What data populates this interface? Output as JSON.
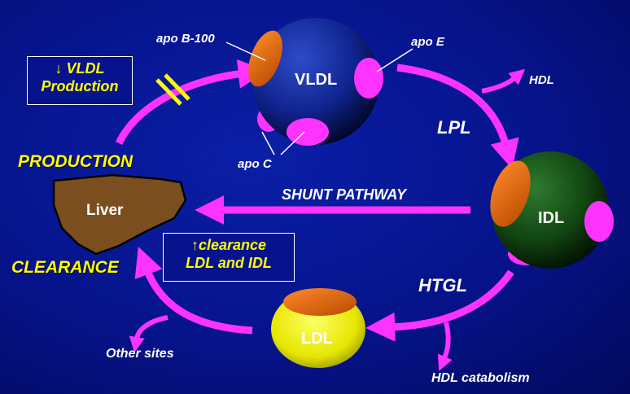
{
  "particles": {
    "vldl": "VLDL",
    "idl": "IDL",
    "ldl": "LDL",
    "liver": "Liver"
  },
  "apolipoproteins": {
    "apo_b100": "apo B-100",
    "apo_e": "apo E",
    "apo_c": "apo C"
  },
  "enzymes": {
    "lpl": "LPL",
    "htgl": "HTGL"
  },
  "pathways": {
    "hdl": "HDL",
    "shunt": "SHUNT PATHWAY",
    "hdl_catabolism": "HDL catabolism",
    "other_sites": "Other sites",
    "production": "PRODUCTION",
    "clearance": "CLEARANCE"
  },
  "boxes": {
    "vldl_line1": "↓ VLDL",
    "vldl_line2": "Production",
    "clearance_line1": "↑clearance",
    "clearance_line2": "LDL and IDL"
  },
  "colors": {
    "background": "#06138a",
    "arrow": "#ff33ff",
    "vldl": "#10248f",
    "idl": "#124712",
    "ldl": "#e6e600",
    "apo_b": "#e0650a",
    "liver": "#7a4e1f",
    "highlight_text": "#ffff00"
  }
}
